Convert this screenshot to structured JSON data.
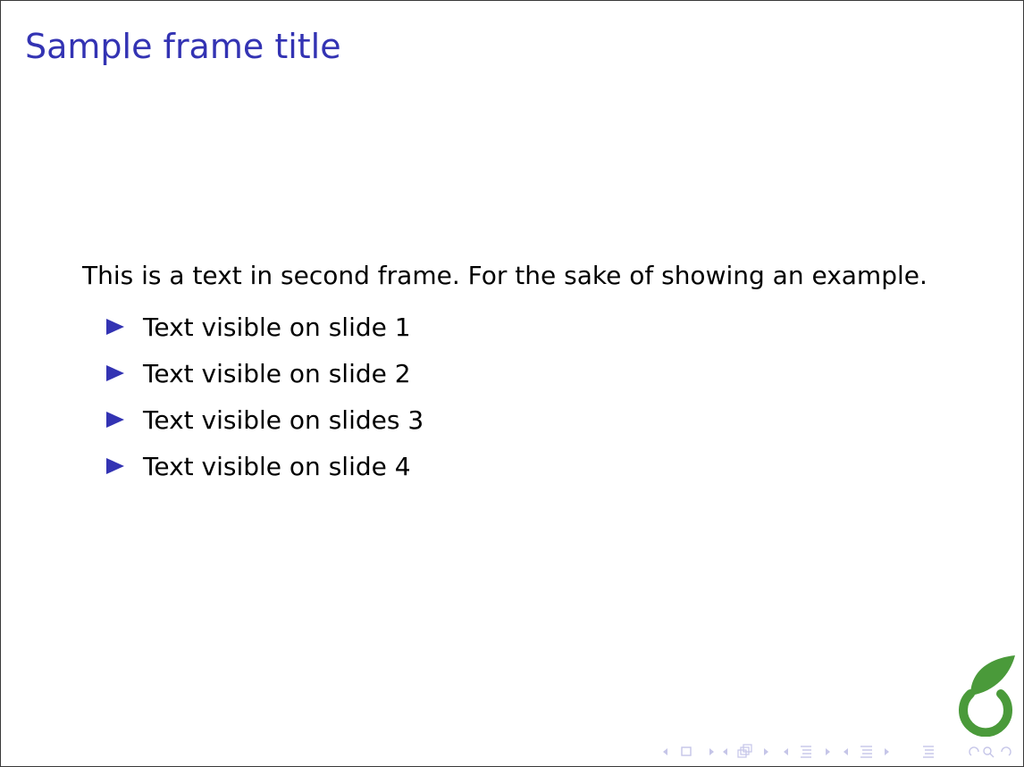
{
  "slide": {
    "title": "Sample frame title",
    "text": "This is a text in second frame.  For the sake of showing an example.",
    "bullets": [
      "Text visible on slide 1",
      "Text visible on slide 2",
      "Text visible on slides 3",
      "Text visible on slide 4"
    ]
  },
  "colors": {
    "title": "#3333b3",
    "bullet_marker": "#3333b3",
    "logo": "#4a9a3a",
    "nav_icons": "#c5c5e8"
  },
  "icons": {
    "bullet": "triangle-right-icon",
    "logo": "overleaf-logo",
    "navigation": [
      "nav-slide-prev-icon",
      "nav-slide-icon",
      "nav-slide-next-icon",
      "nav-frame-prev-icon",
      "nav-frame-icon",
      "nav-frame-next-icon",
      "nav-subsection-prev-icon",
      "nav-subsection-icon",
      "nav-subsection-next-icon",
      "nav-section-prev-icon",
      "nav-section-icon",
      "nav-section-next-icon",
      "nav-toc-icon",
      "nav-back-icon",
      "nav-search-icon",
      "nav-forward-icon"
    ]
  }
}
